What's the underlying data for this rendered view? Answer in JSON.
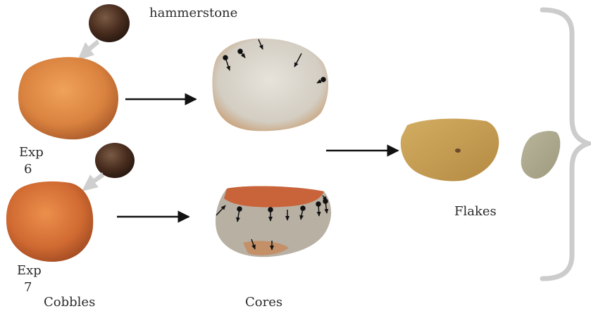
{
  "labels": {
    "hammerstone": "hammerstone",
    "exp6_word": "Exp",
    "exp6_num": "6",
    "exp7_word": "Exp",
    "exp7_num": "7",
    "cobbles": "Cobbles",
    "cores": "Cores",
    "flakes": "Flakes"
  },
  "colors": {
    "hammerstone": "#4a2e1f",
    "cobble": "#d9823f",
    "cobble_dark": "#b85a26",
    "core_top": "#d8d2c8",
    "core_bottom_top": "#c9643a",
    "core_bottom_body": "#b8afa4",
    "flake_large": "#c39a4f",
    "flake_small": "#a9a58c",
    "arrow": "#111111",
    "gray_arrow": "#cfcfcf",
    "bracket": "#cccccc"
  }
}
